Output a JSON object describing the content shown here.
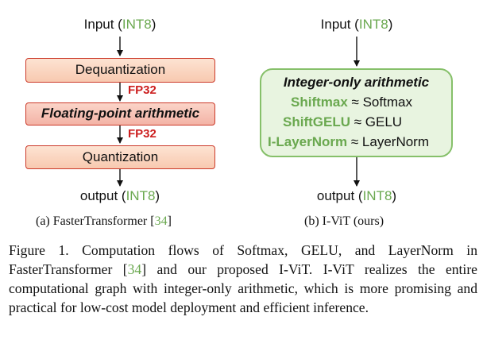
{
  "left": {
    "input_prefix": "Input (",
    "input_type": "INT8",
    "input_suffix": ")",
    "dequant_label": "Dequantization",
    "fp_label_1": "FP32",
    "float_label": "Floating-point arithmetic",
    "fp_label_2": "FP32",
    "quant_label": "Quantization",
    "output_prefix": "output (",
    "output_type": "INT8",
    "output_suffix": ")",
    "subcaption_prefix": "(a)  FasterTransformer [",
    "subcaption_ref": "34",
    "subcaption_suffix": "]"
  },
  "right": {
    "input_prefix": "Input (",
    "input_type": "INT8",
    "input_suffix": ")",
    "box_title": "Integer-only arithmetic",
    "rows": [
      {
        "op": "Shiftmax",
        "approx": "≈ Softmax"
      },
      {
        "op": "ShiftGELU",
        "approx": "≈ GELU"
      },
      {
        "op": "I-LayerNorm",
        "approx": "≈ LayerNorm"
      }
    ],
    "output_prefix": "output (",
    "output_type": "INT8",
    "output_suffix": ")",
    "subcaption": "(b)  I-ViT (ours)"
  },
  "caption": {
    "part1": "Figure 1. Computation flows of Softmax, GELU, and LayerNorm in FasterTransformer [",
    "ref": "34",
    "part2": "] and our proposed I-ViT. I-ViT realizes the entire computational graph with integer-only arithmetic, which is more promising and practical for low-cost model deployment and efficient inference."
  },
  "colors": {
    "green": "#6aa84f",
    "red": "#cc1f1f",
    "box_border_red": "#cc3a2a",
    "box_border_green": "#86c06a",
    "box_fill_green": "#e8f4e0"
  }
}
